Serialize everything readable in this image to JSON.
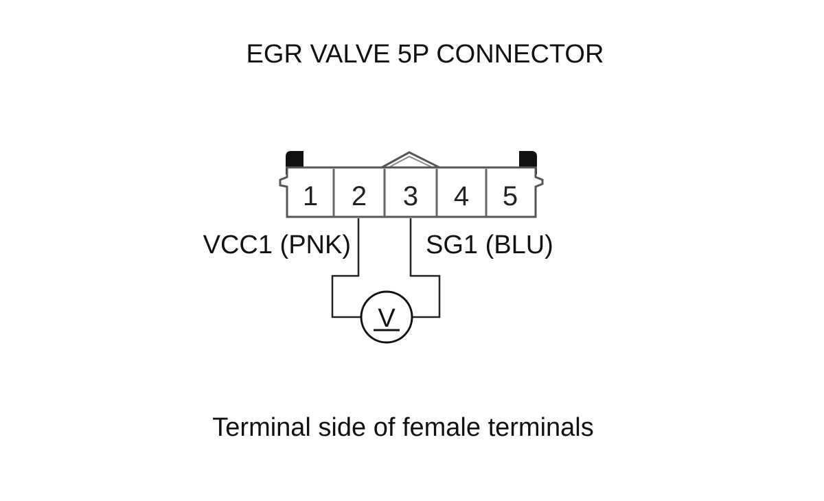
{
  "title": "EGR VALVE 5P CONNECTOR",
  "connector": {
    "pins": [
      "1",
      "2",
      "3",
      "4",
      "5"
    ]
  },
  "wires": {
    "left_label": "VCC1 (PNK)",
    "right_label": "SG1 (BLU)"
  },
  "meter": {
    "symbol": "V"
  },
  "caption": "Terminal side of female terminals"
}
